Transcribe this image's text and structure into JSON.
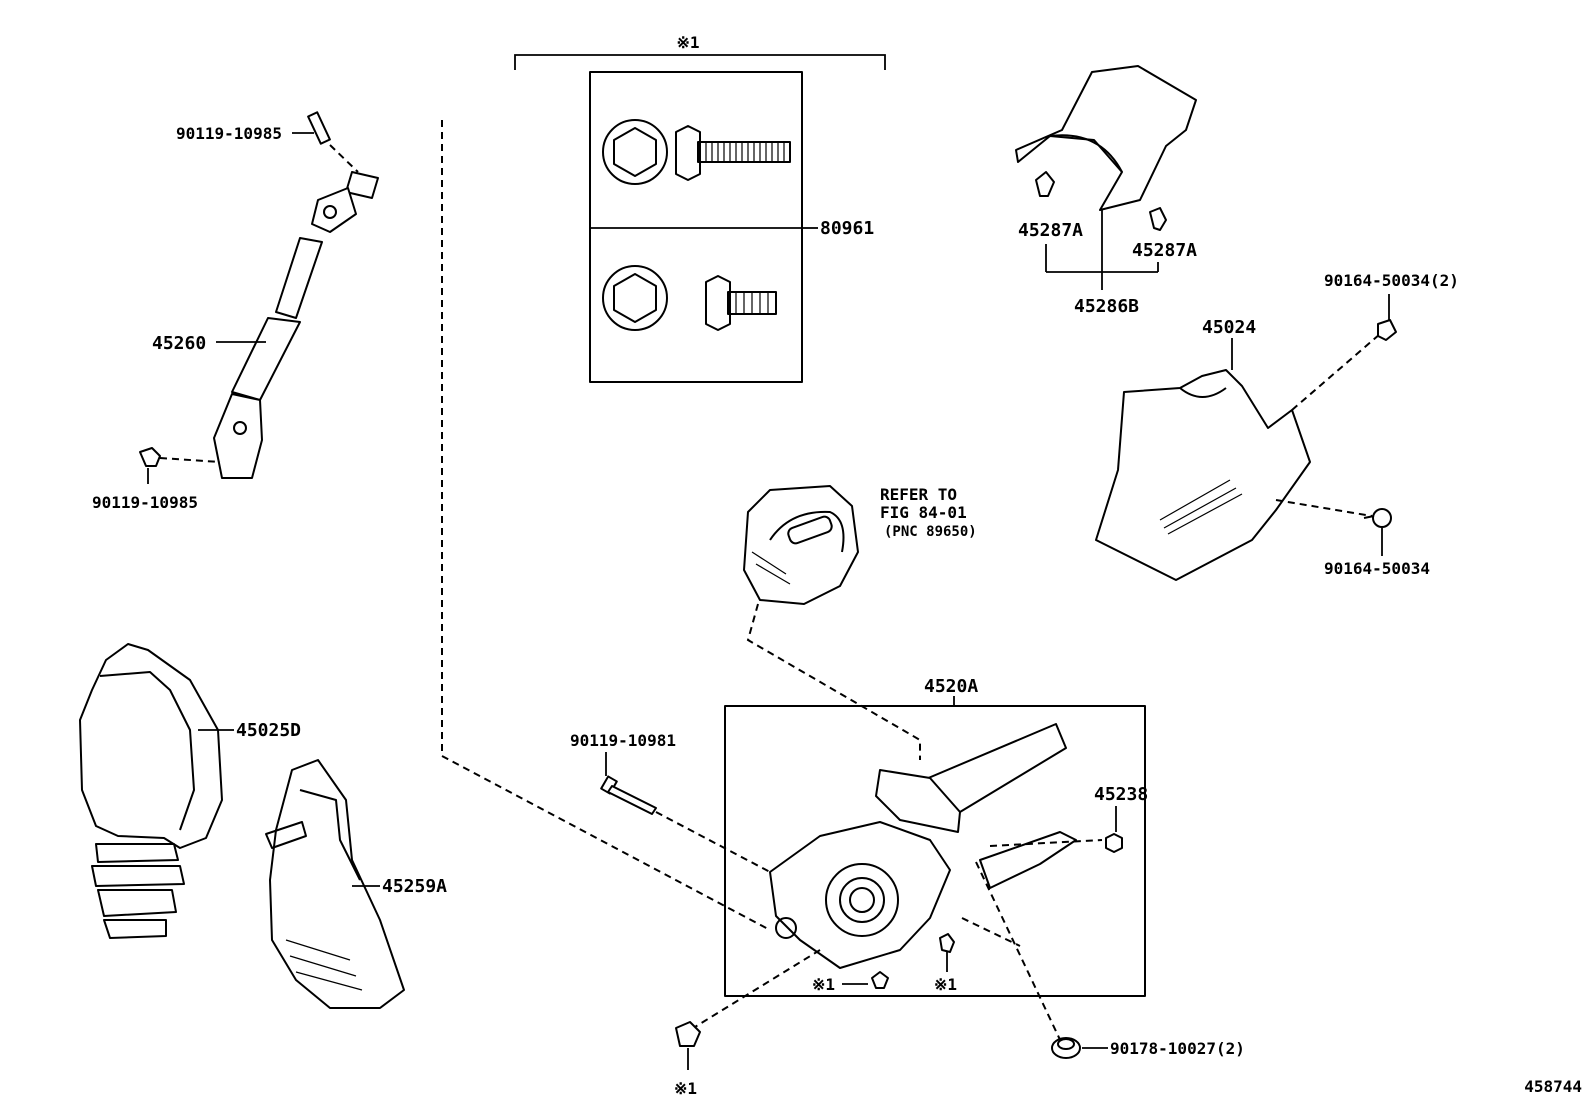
{
  "diagram_id": "458744",
  "bracket_label": "※1",
  "refer": {
    "line1": "REFER TO",
    "line2": "FIG 84-01",
    "line3": "(PNC 89650)"
  },
  "parts": {
    "p90119_10985_top": "90119-10985",
    "p90119_10985_bottom": "90119-10985",
    "p45260": "45260",
    "p80961": "80961",
    "p45287a_left": "45287A",
    "p45287a_right": "45287A",
    "p45286b": "45286B",
    "p90164_50034_2": "90164-50034(2)",
    "p45024": "45024",
    "p90164_50034": "90164-50034",
    "p45025d": "45025D",
    "p45259a": "45259A",
    "p4520a": "4520A",
    "p90119_10981": "90119-10981",
    "p45238": "45238",
    "p90178_10027_2": "90178-10027(2)"
  },
  "refmarks": {
    "inner_left": "※1",
    "inner_right": "※1",
    "bottom": "※1"
  }
}
